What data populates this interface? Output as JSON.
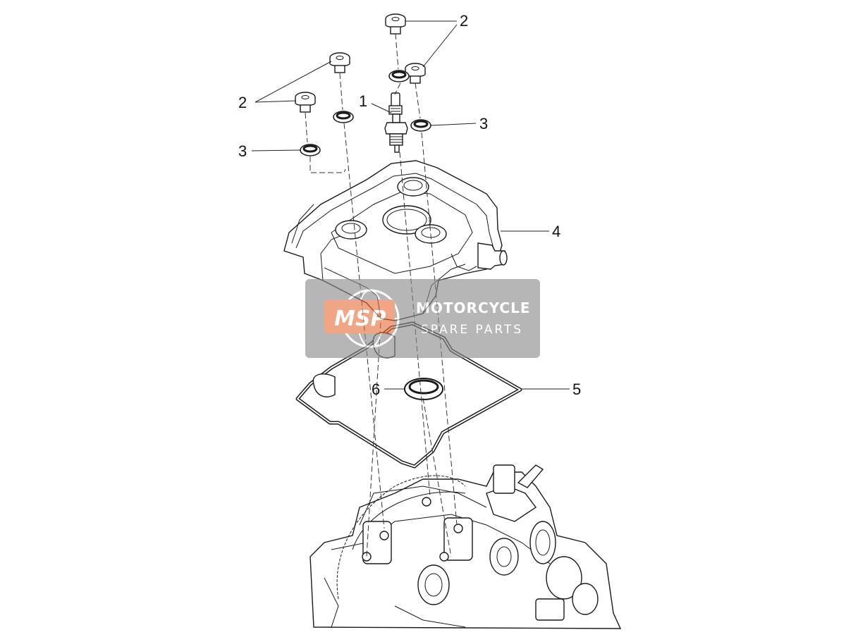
{
  "callouts": [
    {
      "id": "1",
      "label": "1"
    },
    {
      "id": "2a",
      "label": "2"
    },
    {
      "id": "2b",
      "label": "2"
    },
    {
      "id": "3a",
      "label": "3"
    },
    {
      "id": "3b",
      "label": "3"
    },
    {
      "id": "4",
      "label": "4"
    },
    {
      "id": "5",
      "label": "5"
    },
    {
      "id": "6",
      "label": "6"
    }
  ],
  "watermark": {
    "logo": "MSP",
    "line1": "MOTORCYCLE",
    "line2": "SPARE PARTS",
    "box_color": "#8a8a8a",
    "logo_color": "#e8703a"
  }
}
